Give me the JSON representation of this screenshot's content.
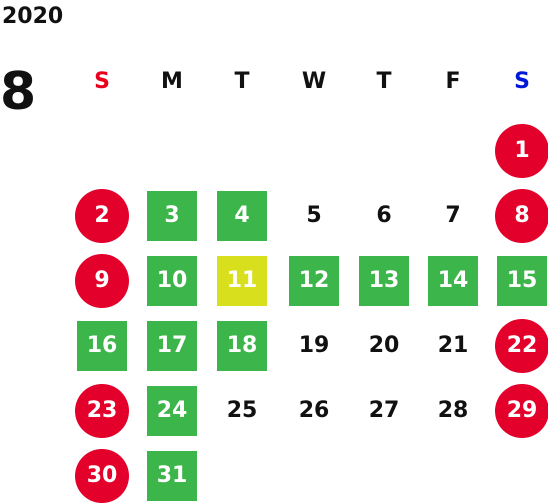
{
  "calendar": {
    "year": "2020",
    "month": "8",
    "weekdays": [
      "S",
      "M",
      "T",
      "W",
      "T",
      "F",
      "S"
    ],
    "first_weekday_index": 6,
    "days": [
      {
        "day": "1",
        "type": "holiday"
      },
      {
        "day": "2",
        "type": "holiday"
      },
      {
        "day": "3",
        "type": "closed"
      },
      {
        "day": "4",
        "type": "closed"
      },
      {
        "day": "5",
        "type": "normal"
      },
      {
        "day": "6",
        "type": "normal"
      },
      {
        "day": "7",
        "type": "normal"
      },
      {
        "day": "8",
        "type": "holiday"
      },
      {
        "day": "9",
        "type": "holiday"
      },
      {
        "day": "10",
        "type": "closed"
      },
      {
        "day": "11",
        "type": "special"
      },
      {
        "day": "12",
        "type": "closed"
      },
      {
        "day": "13",
        "type": "closed"
      },
      {
        "day": "14",
        "type": "closed"
      },
      {
        "day": "15",
        "type": "closed"
      },
      {
        "day": "16",
        "type": "closed"
      },
      {
        "day": "17",
        "type": "closed"
      },
      {
        "day": "18",
        "type": "closed"
      },
      {
        "day": "19",
        "type": "normal"
      },
      {
        "day": "20",
        "type": "normal"
      },
      {
        "day": "21",
        "type": "normal"
      },
      {
        "day": "22",
        "type": "holiday"
      },
      {
        "day": "23",
        "type": "holiday"
      },
      {
        "day": "24",
        "type": "closed"
      },
      {
        "day": "25",
        "type": "normal"
      },
      {
        "day": "26",
        "type": "normal"
      },
      {
        "day": "27",
        "type": "normal"
      },
      {
        "day": "28",
        "type": "normal"
      },
      {
        "day": "29",
        "type": "holiday"
      },
      {
        "day": "30",
        "type": "holiday"
      },
      {
        "day": "31",
        "type": "closed"
      }
    ]
  },
  "colors": {
    "text": "#111111",
    "sunday_label": "#e8001c",
    "saturday_label": "#0019d6",
    "holiday_bg": "#e3002b",
    "closed_bg": "#3cb54a",
    "special_bg": "#d8df1d",
    "day_text_on_marker": "#ffffff"
  }
}
